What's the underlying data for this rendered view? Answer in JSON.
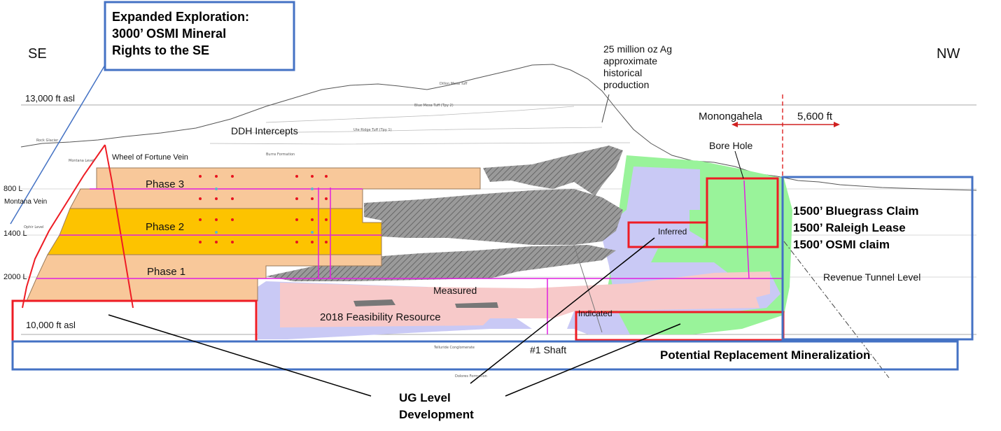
{
  "direction": {
    "left": "SE",
    "right": "NW"
  },
  "callouts": {
    "expanded_exploration": "Expanded Exploration: 3000’ OSMI Mineral Rights to the SE",
    "expanded_line1": "Expanded Exploration:",
    "expanded_line2": "3000’ OSMI Mineral",
    "expanded_line3": "Rights to the SE",
    "claims": [
      "1500’ Bluegrass Claim",
      "1500’ Raleigh Lease",
      "1500’ OSMI claim"
    ],
    "replacement": "Potential Replacement Mineralization",
    "ug_line1": "UG Level",
    "ug_line2": "Development",
    "production_lines": [
      "25 million oz Ag",
      "approximate",
      "historical",
      "production"
    ]
  },
  "elevations": {
    "top": "13,000 ft asl",
    "bottom": "10,000 ft asl"
  },
  "levels": {
    "l800": "800 L",
    "l1400": "1400 L",
    "l2000": "2000 L"
  },
  "phases": {
    "p3": "Phase 3",
    "p2": "Phase 2",
    "p1": "Phase 1"
  },
  "labels": {
    "ddh": "DDH Intercepts",
    "wheel": "Wheel of Fortune Vein",
    "montana": "Montana Vein",
    "monongahela": "Monongahela",
    "distance": "5,600 ft",
    "borehole": "Bore Hole",
    "inferred": "Inferred",
    "measured": "Measured",
    "feasibility": "2018 Feasibility Resource",
    "indicated": "Indicated",
    "shaft": "#1 Shaft",
    "revenue_tunnel": "Revenue Tunnel Level"
  },
  "tiny_labels": {
    "rock_glacier": "Rock Glacier",
    "montana_level": "Montana Level",
    "ophir_level": "Ophir Level",
    "burns": "Burns Formation",
    "ute_ridge": "Ute Ridge Tuff (Tpy 1)",
    "blue_mesa": "Blue Mesa Tuff (Tpy 2)",
    "dillon_mesa": "Dillon Mesa Tuff",
    "telluride": "Telluride Conglomerate",
    "dolores": "Dolores Formation"
  },
  "colors": {
    "phase_light": "#f8c89a",
    "phase_dark": "#fdc300",
    "measured": "#f7c9c9",
    "indicated": "#c9c9f5",
    "inferred": "#99f39a",
    "red_box": "#ee1c24",
    "blue_box": "#4472c4",
    "magenta": "#e020e0",
    "dot": "#e8141e"
  }
}
